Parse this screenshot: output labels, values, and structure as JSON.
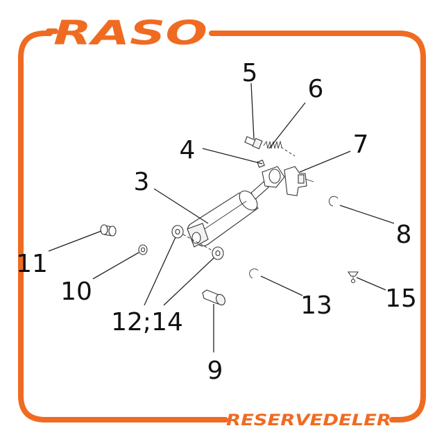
{
  "brand": {
    "logo_text": "RASO",
    "footer_text": "RESERVEDELER",
    "accent_color": "#f06b22"
  },
  "callouts": [
    "3",
    "4",
    "5",
    "6",
    "7",
    "8",
    "9",
    "10",
    "11",
    "12;14",
    "13",
    "15"
  ]
}
